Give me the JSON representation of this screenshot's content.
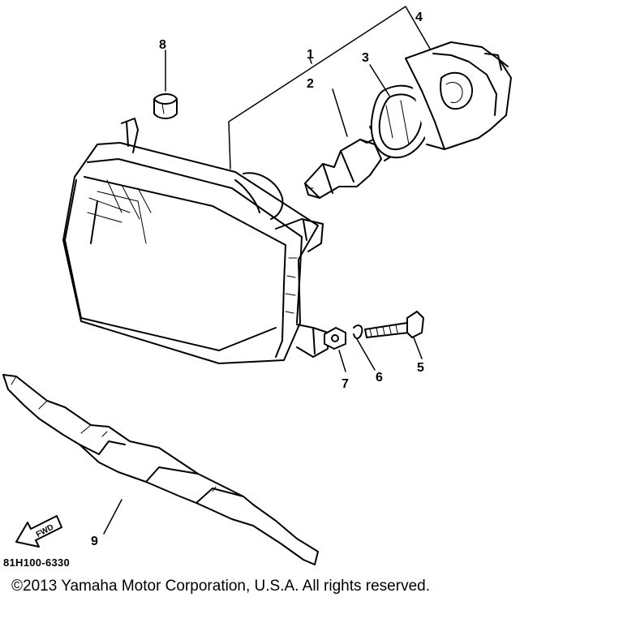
{
  "diagram": {
    "callouts": [
      {
        "id": "1",
        "label": "1"
      },
      {
        "id": "2",
        "label": "2"
      },
      {
        "id": "3",
        "label": "3"
      },
      {
        "id": "4",
        "label": "4"
      },
      {
        "id": "5",
        "label": "5"
      },
      {
        "id": "6",
        "label": "6"
      },
      {
        "id": "7",
        "label": "7"
      },
      {
        "id": "8",
        "label": "8"
      },
      {
        "id": "9",
        "label": "9"
      }
    ],
    "fwd_label": "FWD",
    "diagram_code": "81H100-6330"
  },
  "footer": {
    "copyright": "©2013 Yamaha Motor Corporation, U.S.A. All rights reserved."
  },
  "colors": {
    "ink": "#000000",
    "paper": "#ffffff"
  }
}
